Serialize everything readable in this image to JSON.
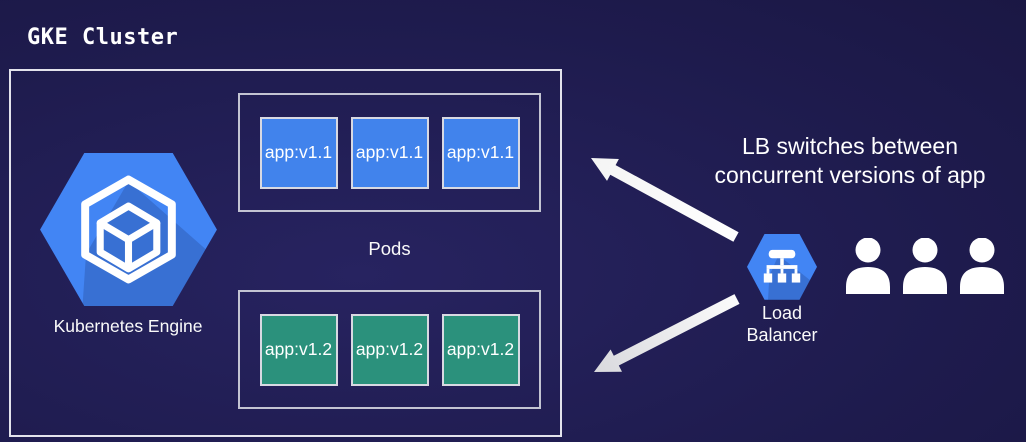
{
  "title": "GKE Cluster",
  "colors": {
    "background": "#1e1b4d",
    "outer_box_border": "#e3e3ec",
    "inner_box_border": "#c3c4d2",
    "pod_v11_blue": "#4183ec",
    "pod_v12_teal": "#2b917c",
    "gcp_icon_blue": "#4285f4",
    "arrow_white": "#f5f5f5",
    "text_white": "#ffffff"
  },
  "cluster": {
    "engine_label": "Kubernetes Engine",
    "pods_label": "Pods",
    "v11_pods": [
      "app:v1.1",
      "app:v1.1",
      "app:v1.1"
    ],
    "v12_pods": [
      "app:v1.2",
      "app:v1.2",
      "app:v1.2"
    ]
  },
  "load_balancer": {
    "label_line1": "Load",
    "label_line2": "Balancer"
  },
  "annotation": {
    "line1": "LB switches between",
    "line2": "concurrent versions of app"
  },
  "icons": {
    "gke": "gke-hexagon-cube-icon",
    "load_balancer": "load-balancer-network-icon",
    "users": "users-icon",
    "arrow_top": "arrow-to-v11-pods-icon",
    "arrow_bottom": "arrow-to-v12-pods-icon"
  }
}
